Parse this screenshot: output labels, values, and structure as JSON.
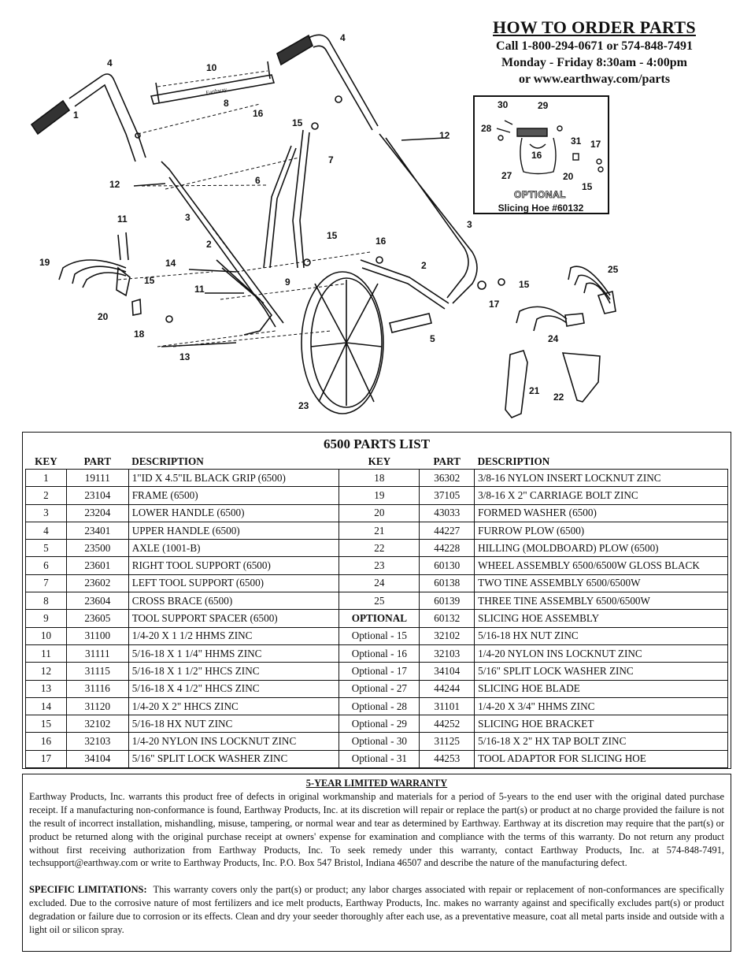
{
  "order": {
    "title": "HOW TO ORDER PARTS",
    "line1": "Call 1-800-294-0671 or 574-848-7491",
    "line2": "Monday - Friday 8:30am - 4:00pm",
    "line3": "or www.earthway.com/parts"
  },
  "optional_box": {
    "heading": "OPTIONAL",
    "caption": "Slicing Hoe #60132",
    "keys": [
      "30",
      "29",
      "28",
      "31",
      "17",
      "16",
      "27",
      "20",
      "15"
    ]
  },
  "diagram": {
    "brace_text": "Earthway",
    "callouts": [
      "1",
      "2",
      "2",
      "3",
      "3",
      "4",
      "4",
      "5",
      "6",
      "7",
      "8",
      "9",
      "10",
      "11",
      "11",
      "12",
      "12",
      "13",
      "14",
      "15",
      "15",
      "15",
      "15",
      "16",
      "16",
      "17",
      "18",
      "19",
      "20",
      "21",
      "22",
      "23",
      "24",
      "25"
    ]
  },
  "parts_list": {
    "title": "6500 PARTS LIST",
    "headers": [
      "KEY",
      "PART",
      "DESCRIPTION",
      "KEY",
      "PART",
      "DESCRIPTION"
    ],
    "rows": [
      [
        "1",
        "19111",
        "1\"ID X 4.5\"IL BLACK GRIP (6500)",
        "18",
        "36302",
        "3/8-16 NYLON INSERT LOCKNUT ZINC"
      ],
      [
        "2",
        "23104",
        "FRAME (6500)",
        "19",
        "37105",
        "3/8-16 X 2\" CARRIAGE BOLT ZINC"
      ],
      [
        "3",
        "23204",
        "LOWER HANDLE (6500)",
        "20",
        "43033",
        "FORMED WASHER (6500)"
      ],
      [
        "4",
        "23401",
        "UPPER HANDLE (6500)",
        "21",
        "44227",
        "FURROW PLOW (6500)"
      ],
      [
        "5",
        "23500",
        "AXLE (1001-B)",
        "22",
        "44228",
        "HILLING (MOLDBOARD) PLOW (6500)"
      ],
      [
        "6",
        "23601",
        "RIGHT TOOL SUPPORT (6500)",
        "23",
        "60130",
        "WHEEL ASSEMBLY 6500/6500W GLOSS BLACK"
      ],
      [
        "7",
        "23602",
        "LEFT TOOL SUPPORT (6500)",
        "24",
        "60138",
        "TWO TINE ASSEMBLY 6500/6500W"
      ],
      [
        "8",
        "23604",
        "CROSS BRACE (6500)",
        "25",
        "60139",
        "THREE TINE ASSEMBLY 6500/6500W"
      ],
      [
        "9",
        "23605",
        "TOOL SUPPORT SPACER (6500)",
        "OPTIONAL",
        "60132",
        "SLICING HOE ASSEMBLY"
      ],
      [
        "10",
        "31100",
        "1/4-20 X 1 1/2 HHMS ZINC",
        "Optional - 15",
        "32102",
        "5/16-18 HX NUT ZINC"
      ],
      [
        "11",
        "31111",
        "5/16-18 X 1 1/4\" HHMS ZINC",
        "Optional - 16",
        "32103",
        "1/4-20 NYLON INS LOCKNUT ZINC"
      ],
      [
        "12",
        "31115",
        "5/16-18 X 1 1/2\" HHCS ZINC",
        "Optional - 17",
        "34104",
        "5/16\" SPLIT LOCK WASHER ZINC"
      ],
      [
        "13",
        "31116",
        "5/16-18 X 4 1/2\" HHCS ZINC",
        "Optional - 27",
        "44244",
        "SLICING HOE BLADE"
      ],
      [
        "14",
        "31120",
        "1/4-20 X 2\" HHCS ZINC",
        "Optional - 28",
        "31101",
        "1/4-20 X 3/4\" HHMS ZINC"
      ],
      [
        "15",
        "32102",
        "5/16-18 HX NUT ZINC",
        "Optional - 29",
        "44252",
        "SLICING HOE BRACKET"
      ],
      [
        "16",
        "32103",
        "1/4-20 NYLON INS LOCKNUT ZINC",
        "Optional - 30",
        "31125",
        "5/16-18 X 2\" HX TAP BOLT ZINC"
      ],
      [
        "17",
        "34104",
        "5/16\" SPLIT LOCK WASHER ZINC",
        "Optional - 31",
        "44253",
        "TOOL ADAPTOR FOR SLICING HOE"
      ]
    ]
  },
  "warranty": {
    "title": "5-YEAR LIMITED WARRANTY",
    "body": "Earthway Products, Inc. warrants this product free of defects in original workmanship and materials for a period of 5-years to the end user with the original dated purchase receipt.  If a manufacturing non-conformance is found, Earthway Products, Inc. at its discretion will repair or replace the part(s) or product at no charge provided the failure is not the result of incorrect installation, mishandling, misuse, tampering, or normal wear and tear as determined by Earthway. Earthway at its discretion may require that the part(s) or product be returned along with the original purchase receipt at owners' expense for examination and compliance with the terms of this warranty.  Do not return any product without first receiving authorization from Earthway Products, Inc.  To seek remedy under this warranty, contact Earthway Products, Inc. at 574-848-7491, techsupport@earthway.com or write to Earthway Products, Inc. P.O. Box 547 Bristol, Indiana 46507 and describe the nature of the manufacturing defect.",
    "limits_label": "SPECIFIC LIMITATIONS:",
    "limits_body": "This warranty covers only the part(s) or product; any labor charges associated with repair or replacement of non-conformances are specifically excluded.  Due to the corrosive nature of most fertilizers and ice melt products, Earthway Products, Inc. makes no warranty against and specifically excludes part(s) or product degradation or failure due to corrosion or its effects.  Clean and dry your seeder thoroughly after each use, as a preventative measure, coat all metal parts inside and outside with a light oil or silicon spray."
  }
}
